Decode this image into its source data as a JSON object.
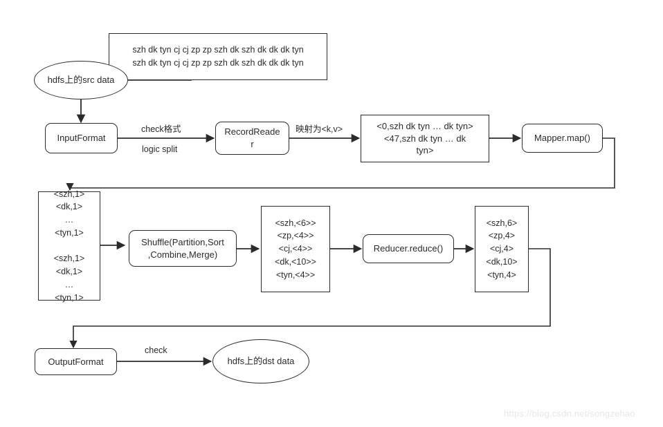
{
  "diagram": {
    "title": "MapReduce data flow",
    "stroke_color": "#2b2b2b",
    "background_color": "#ffffff",
    "nodes": {
      "src_data": {
        "label": "hdfs上的src data"
      },
      "raw_text": {
        "label": "szh dk tyn cj cj zp zp szh dk szh dk dk dk tyn\nszh dk tyn cj cj zp zp szh dk szh dk dk dk tyn"
      },
      "input_format": {
        "label": "InputFormat"
      },
      "record_reader": {
        "label": "RecordReade\nr"
      },
      "kv_pairs": {
        "label": "<0,szh dk tyn … dk tyn>\n<47,szh dk tyn … dk\ntyn>"
      },
      "mapper": {
        "label": "Mapper.map()"
      },
      "map_output": {
        "label": "<szh,1>\n<dk,1>\n…\n<tyn,1>\n\n<szh,1>\n<dk,1>\n…\n<tyn,1>"
      },
      "shuffle": {
        "label": "Shuffle(Partition,Sort\n,Combine,Merge)"
      },
      "grouped": {
        "label": "<szh,<6>>\n<zp,<4>>\n<cj,<4>>\n<dk,<10>>\n<tyn,<4>>"
      },
      "reducer": {
        "label": "Reducer.reduce()"
      },
      "reduce_output": {
        "label": "<szh,6>\n<zp,4>\n<cj,4>\n<dk,10>\n<tyn,4>"
      },
      "output_format": {
        "label": "OutputFormat"
      },
      "dst_data": {
        "label": "hdfs上的dst data"
      }
    },
    "edge_labels": {
      "check_format": "check格式",
      "logic_split": "logic split",
      "map_to_kv": "映射为<k,v>",
      "check_out": "check"
    },
    "watermark": "https://blog.csdn.net/songzehao"
  }
}
